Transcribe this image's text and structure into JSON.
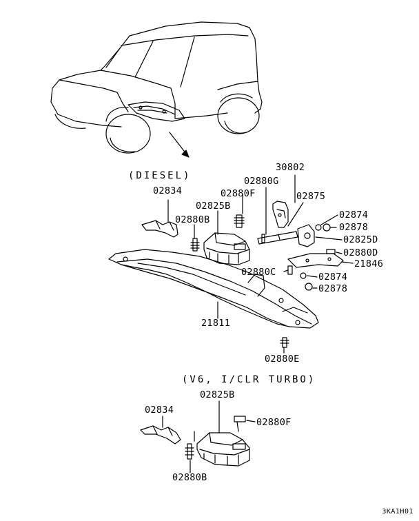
{
  "headers": {
    "diesel": "(DIESEL)",
    "v6": "(V6, I/CLR TURBO)"
  },
  "diagram_code": "3KA1H01",
  "labels": {
    "p30802": "30802",
    "p02880G": "02880G",
    "p02834_top": "02834",
    "p02880F_top": "02880F",
    "p02875": "02875",
    "p02825B_top": "02825B",
    "p02874_a": "02874",
    "p02880B_top": "02880B",
    "p02878_a": "02878",
    "p02825D": "02825D",
    "p02880D": "02880D",
    "p21846": "21846",
    "p02880C": "02880C",
    "p02874_b": "02874",
    "p02878_b": "02878",
    "p21811": "21811",
    "p02880E": "02880E",
    "p02825B_bot": "02825B",
    "p02834_bot": "02834",
    "p02880F_bot": "02880F",
    "p02880B_bot": "02880B"
  }
}
